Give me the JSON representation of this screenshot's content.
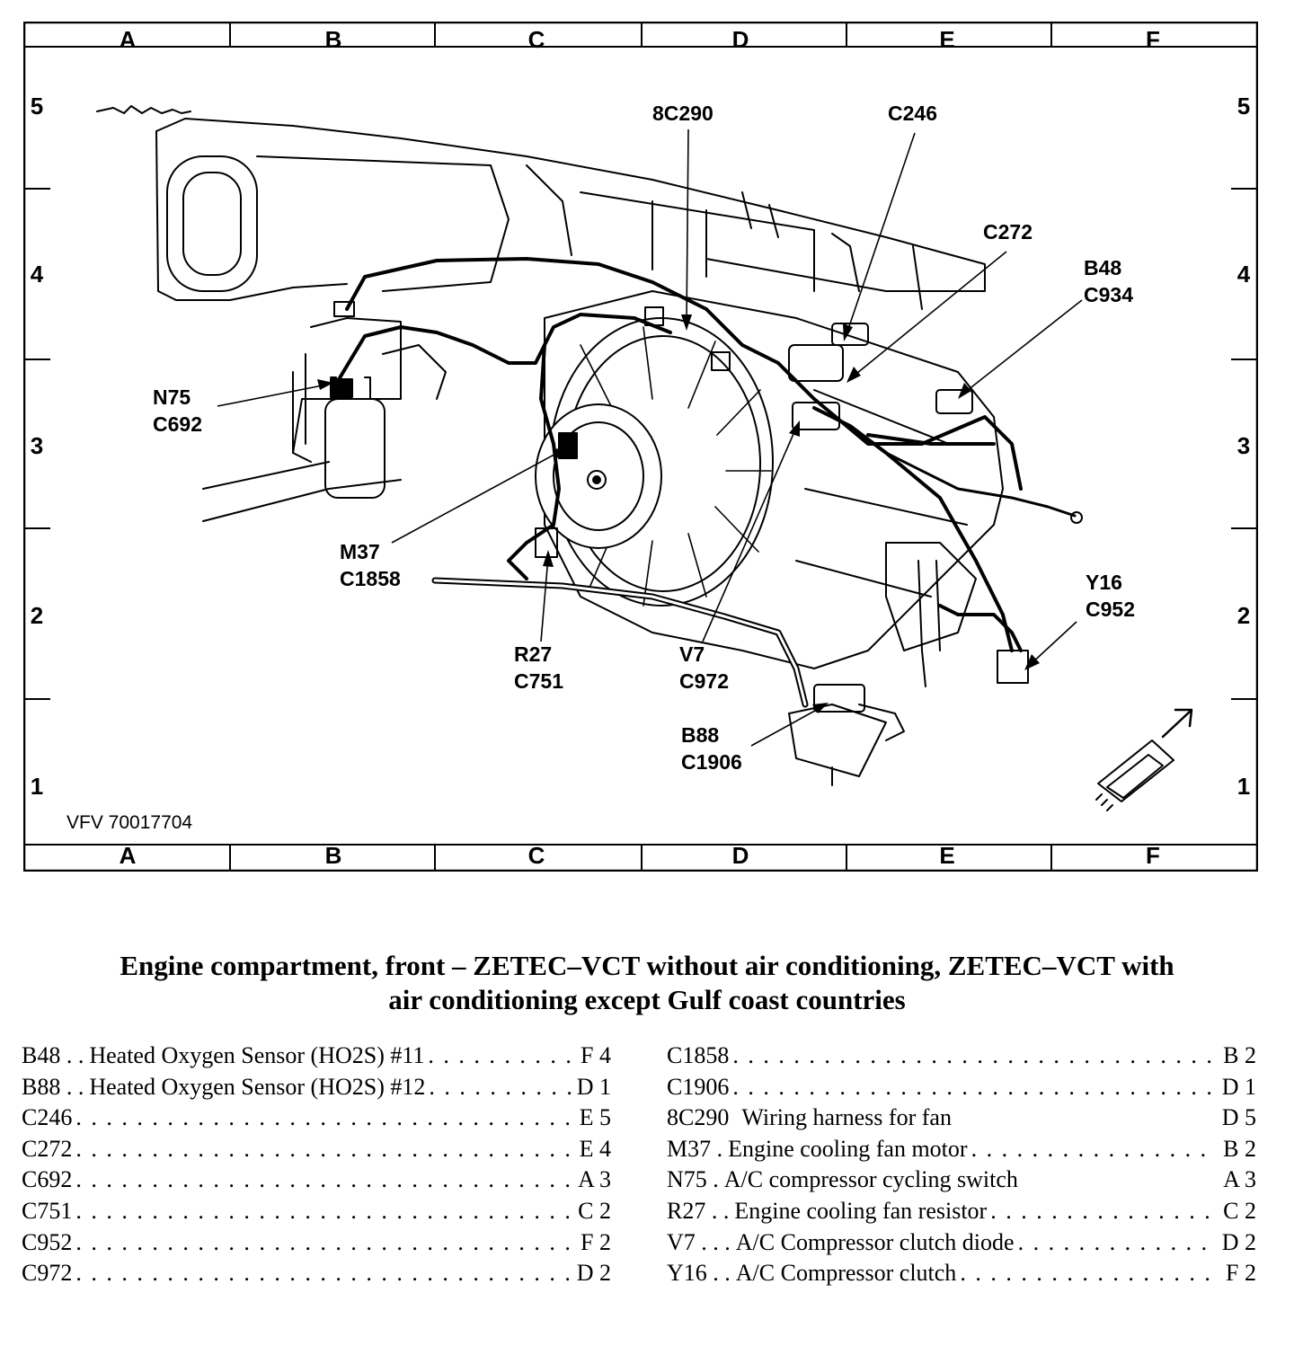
{
  "diagram": {
    "grid_columns": [
      "A",
      "B",
      "C",
      "D",
      "E",
      "F"
    ],
    "grid_rows": [
      "5",
      "4",
      "3",
      "2",
      "1"
    ],
    "figure_id": "VFV 70017704",
    "callouts": {
      "c8c290": "8C290",
      "c246": "C246",
      "c272": "C272",
      "b48": "B48",
      "c934": "C934",
      "n75": "N75",
      "c692": "C692",
      "m37": "M37",
      "c1858": "C1858",
      "r27": "R27",
      "c751": "C751",
      "v7": "V7",
      "c972": "C972",
      "y16": "Y16",
      "c952": "C952",
      "b88": "B88",
      "c1906": "C1906"
    }
  },
  "caption": {
    "line1": "Engine compartment, front – ZETEC–VCT without air conditioning, ZETEC–VCT with",
    "line2": "air conditioning except Gulf coast countries"
  },
  "legend_left": [
    {
      "code": "B48",
      "sep": " . . ",
      "desc": "Heated Oxygen Sensor (HO2S) #11",
      "loc": "F 4"
    },
    {
      "code": "B88",
      "sep": " . . ",
      "desc": "Heated Oxygen Sensor (HO2S) #12",
      "loc": "D 1"
    },
    {
      "code": "C246",
      "sep": "",
      "desc": "",
      "loc": "E 5"
    },
    {
      "code": "C272",
      "sep": "",
      "desc": "",
      "loc": "E 4"
    },
    {
      "code": "C692",
      "sep": "",
      "desc": "",
      "loc": "A 3"
    },
    {
      "code": "C751",
      "sep": "",
      "desc": "",
      "loc": "C 2"
    },
    {
      "code": "C952",
      "sep": "",
      "desc": "",
      "loc": "F 2"
    },
    {
      "code": "C972",
      "sep": "",
      "desc": "",
      "loc": "D 2"
    }
  ],
  "legend_right": [
    {
      "code": "C1858",
      "sep": "",
      "desc": "",
      "loc": "B 2"
    },
    {
      "code": "C1906",
      "sep": "",
      "desc": "",
      "loc": "D 1"
    },
    {
      "code": "8C290",
      "sep": "",
      "desc": "Wiring harness for fan",
      "loc": "D 5",
      "nodots": true
    },
    {
      "code": "M37",
      "sep": " . ",
      "desc": "Engine cooling fan motor",
      "loc": "B 2"
    },
    {
      "code": "N75",
      "sep": " . ",
      "desc": "A/C compressor cycling switch",
      "loc": "A 3",
      "nodots": true
    },
    {
      "code": "R27",
      "sep": " . . ",
      "desc": "Engine cooling fan resistor",
      "loc": "C 2"
    },
    {
      "code": "V7",
      "sep": " . . . ",
      "desc": "A/C Compressor clutch diode",
      "loc": "D 2"
    },
    {
      "code": "Y16",
      "sep": " . . ",
      "desc": "A/C Compressor clutch",
      "loc": "F 2"
    }
  ]
}
